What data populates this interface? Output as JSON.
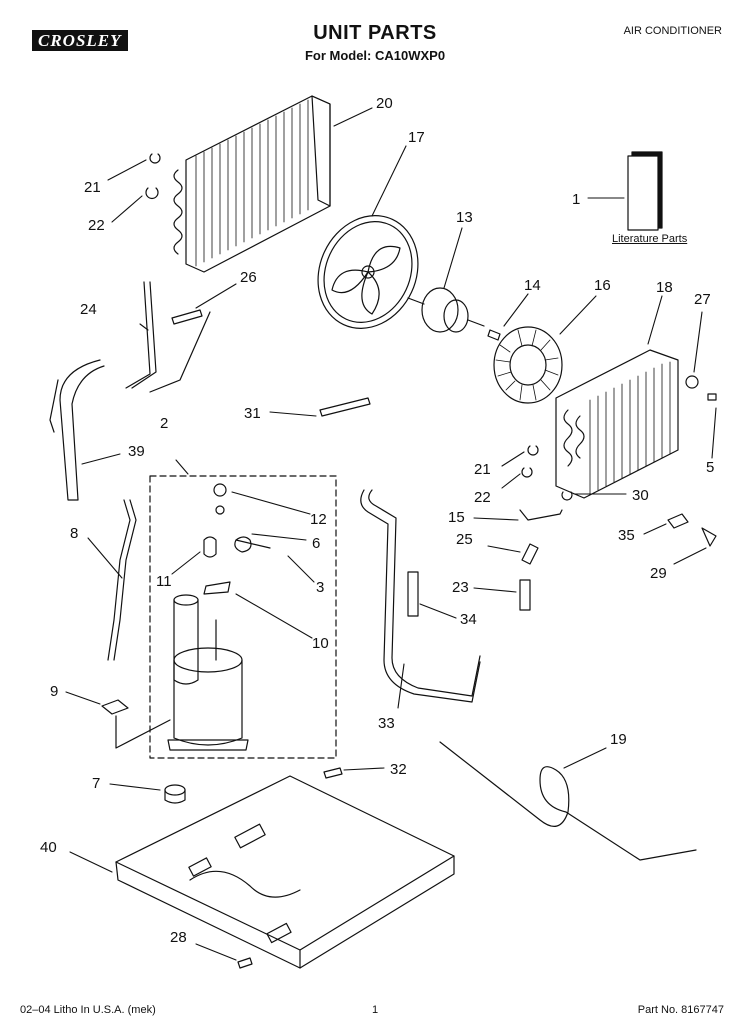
{
  "header": {
    "brand": "CROSLEY",
    "title": "UNIT PARTS",
    "model_line": "For Model: CA10WXP0",
    "category": "AIR CONDITIONER"
  },
  "literature_parts_label": "Literature Parts",
  "callouts": [
    "1",
    "2",
    "3",
    "5",
    "6",
    "7",
    "8",
    "9",
    "10",
    "11",
    "12",
    "13",
    "14",
    "15",
    "16",
    "17",
    "18",
    "19",
    "20",
    "21",
    "22",
    "23",
    "24",
    "25",
    "26",
    "27",
    "28",
    "29",
    "30",
    "31",
    "32",
    "33",
    "34",
    "35",
    "39",
    "40",
    "21",
    "22"
  ],
  "footer": {
    "left": "02–04 Litho In U.S.A. (mek)",
    "center": "1",
    "right": "Part No. 8167747"
  }
}
